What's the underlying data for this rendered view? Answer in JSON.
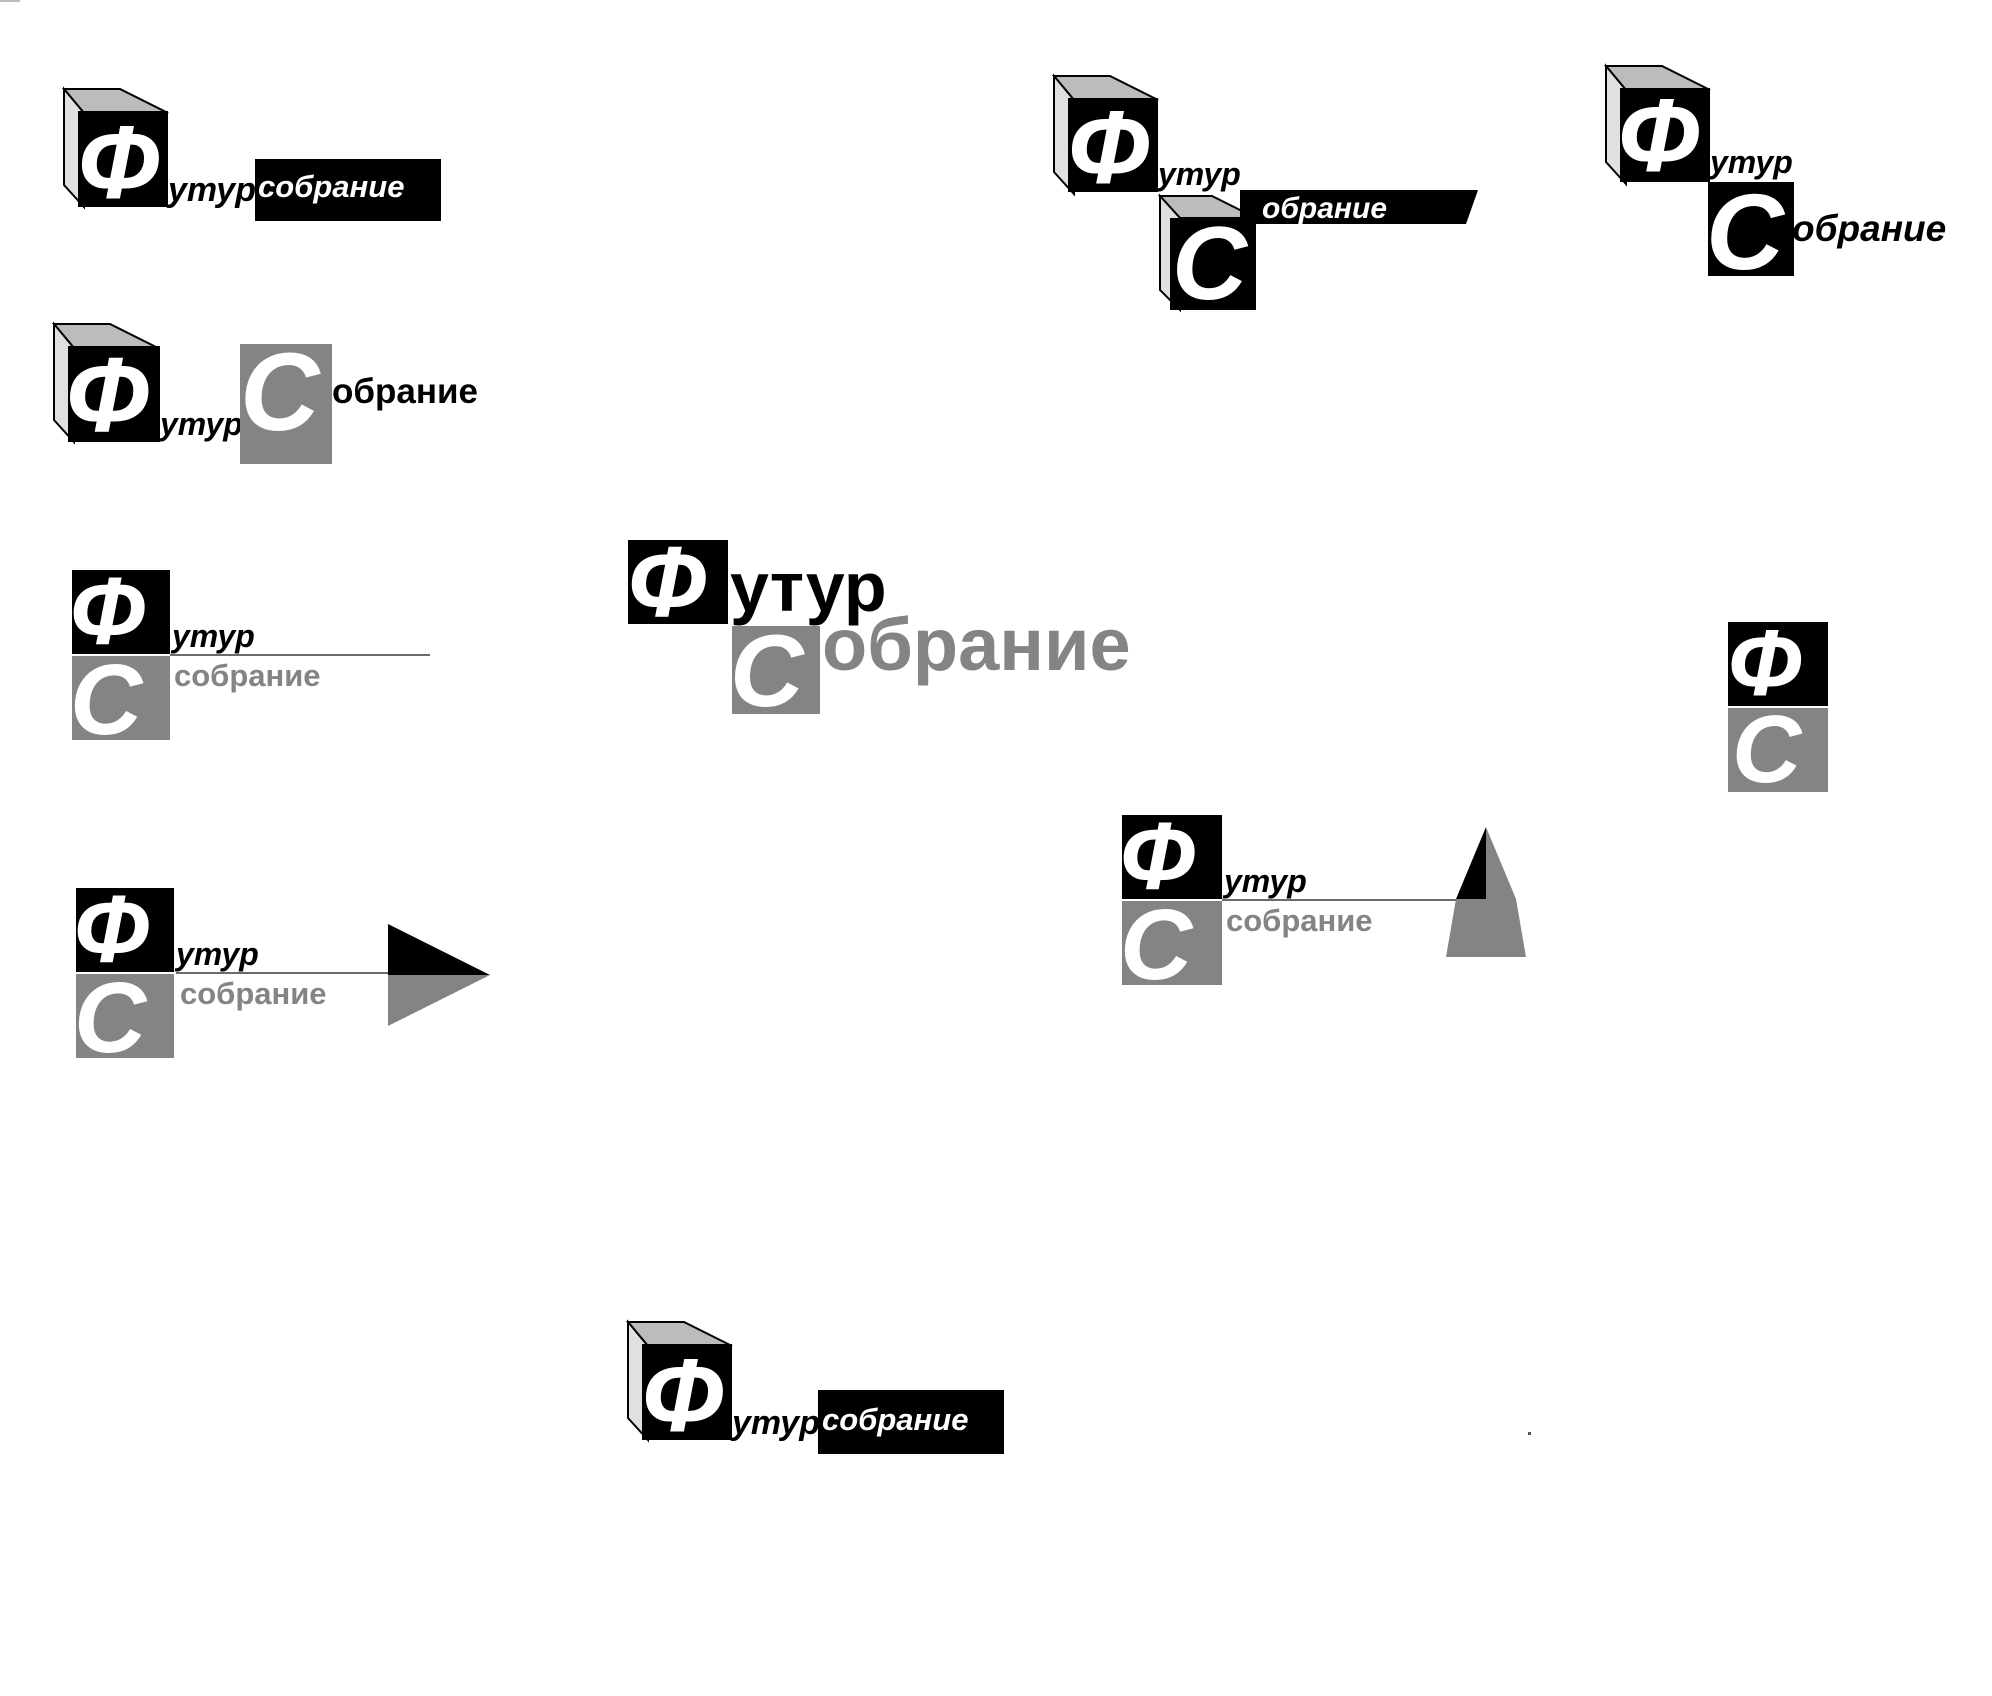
{
  "logo_text": {
    "f": "Ф",
    "c": "С",
    "futur": "утур",
    "sobranie": "собрание",
    "obranie": "обрание"
  },
  "colors": {
    "black": "#000000",
    "gray": "#848484",
    "white": "#ffffff",
    "bevel": "#bcbcbc"
  },
  "icons": [
    "cube-bevel-icon",
    "arrow-right-triangle-icon",
    "triangle-up-icon"
  ]
}
